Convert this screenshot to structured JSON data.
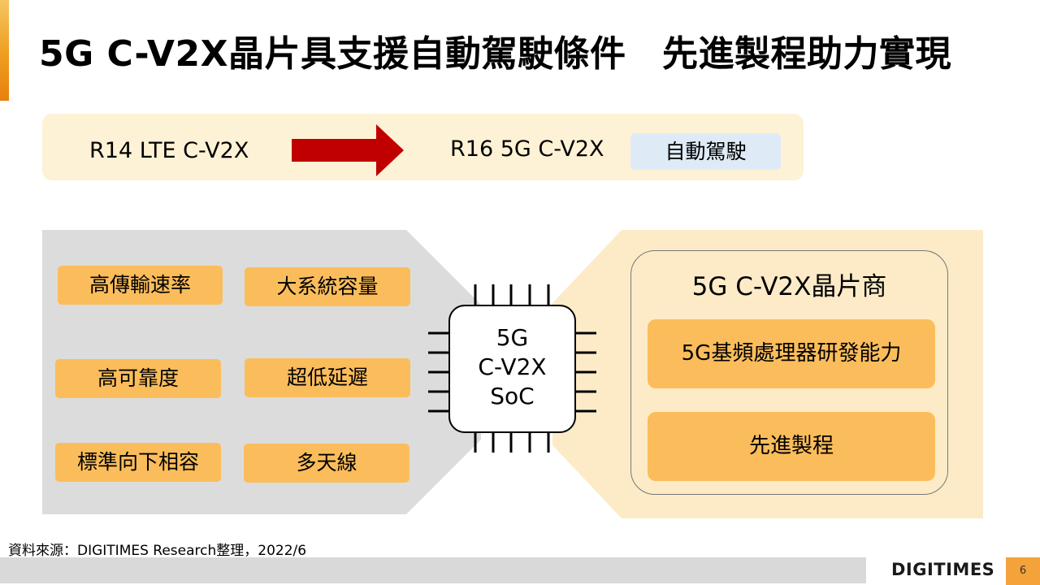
{
  "title": "5G C-V2X晶片具支援自動駕駛條件　先進製程助力實現",
  "evolution": {
    "from": "R14 LTE C-V2X",
    "to": "R16 5G C-V2X",
    "tag": "自動駕駛",
    "arrow_color": "#c00000"
  },
  "features": [
    "高傳輸速率",
    "大系統容量",
    "高可靠度",
    "超低延遲",
    "標準向下相容",
    "多天線"
  ],
  "chip": {
    "line1": "5G",
    "line2": "C-V2X",
    "line3": "SoC"
  },
  "vendor": {
    "title": "5G C-V2X晶片商",
    "capabilities": [
      "5G基頻處理器研發能力",
      "先進製程"
    ]
  },
  "source": "資料來源：DIGITIMES Research整理，2022/6",
  "logo": "DIGITIMES",
  "page_number": "6",
  "colors": {
    "accent": "#ee9d1f",
    "feature_fill": "#fbbd5b",
    "left_panel": "#dcdcdc",
    "right_panel": "#fdebc8",
    "evolution_box": "#fdf2d5",
    "tag_fill": "#deebf6"
  }
}
